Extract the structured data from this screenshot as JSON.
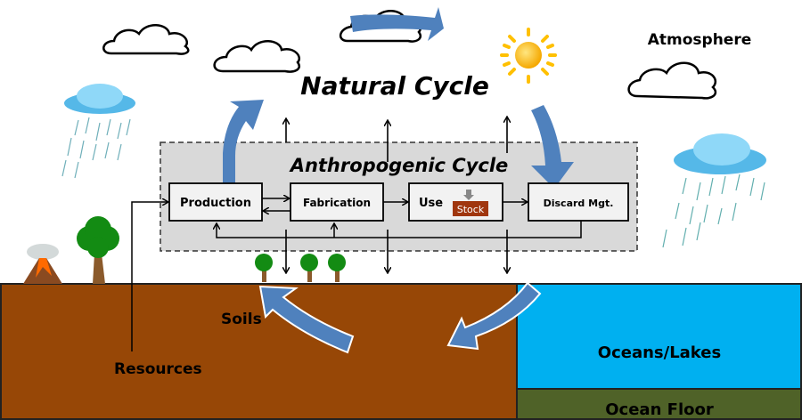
{
  "title": "Natural Cycle",
  "subtitle": "Anthropogenic Cycle",
  "labels": {
    "atmosphere": "Atmosphere",
    "soils": "Soils",
    "resources": "Resources",
    "oceans": "Oceans/Lakes",
    "ocean_floor": "Ocean Floor"
  },
  "stages": [
    {
      "id": "production",
      "label": "Production"
    },
    {
      "id": "fabrication",
      "label": "Fabrication"
    },
    {
      "id": "use",
      "label": "Use"
    },
    {
      "id": "discard",
      "label": "Discard Mgt."
    }
  ],
  "stock_label": "Stock",
  "icons": [
    "cloud-icon",
    "rain-cloud-icon",
    "sun-icon",
    "volcano-icon",
    "tree-icon"
  ],
  "colors": {
    "soil": "#974706",
    "ocean": "#00B0F0",
    "ocean_floor": "#4F6228",
    "flow_arrow": "#4F81BD",
    "anthro_box": "#D9D9D9",
    "stock": "#A0360E",
    "sun": "#FFC000",
    "rain": "#5BB9E8"
  }
}
